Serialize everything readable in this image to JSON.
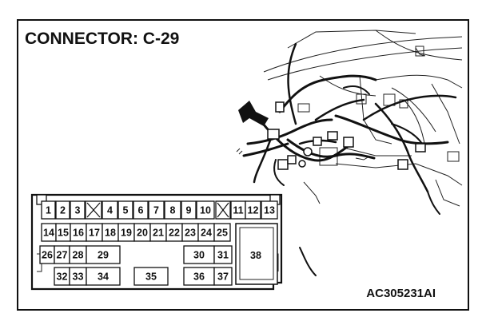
{
  "title": "CONNECTOR: C-29",
  "reference_code": "AC305231AI",
  "connector": {
    "row1": [
      "1",
      "2",
      "3",
      "",
      "4",
      "5",
      "6",
      "7",
      "8",
      "9",
      "10",
      "",
      "11",
      "12",
      "13"
    ],
    "row2": [
      "14",
      "15",
      "16",
      "17",
      "18",
      "19",
      "20",
      "21",
      "22",
      "23",
      "24",
      "25"
    ],
    "row3": [
      "26",
      "27",
      "28",
      "29",
      "30",
      "31"
    ],
    "row4": [
      "32",
      "33",
      "34",
      "35",
      "36",
      "37"
    ],
    "big_pin": "38"
  }
}
